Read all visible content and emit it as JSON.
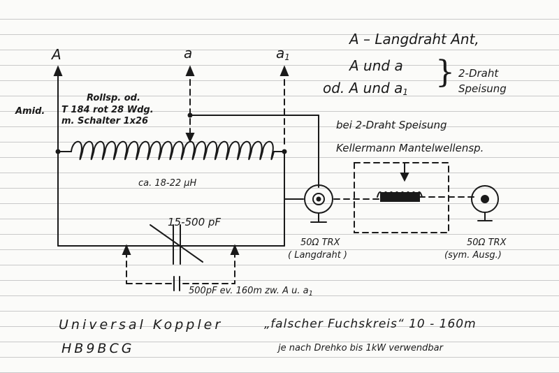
{
  "terminals": {
    "A": "A",
    "a": "a",
    "a1_main": "a",
    "a1_sub": "1"
  },
  "legend": {
    "line1": "A – Langdraht Ant,",
    "line2": "A und a",
    "line3_prefix": "od. A und a",
    "line3_sub": "1",
    "brace_text_1": "2-Draht",
    "brace_text_2": "Speisung",
    "note1": "bei 2-Draht Speisung",
    "note2": "Kellermann Mantelwellensp."
  },
  "coil": {
    "label1": "Rollsp. od.",
    "label2": "T 184 rot 28 Wdg.",
    "label3": "m. Schalter 1x26",
    "amid": "Amid.",
    "inductance": "ca. 18-22 μH"
  },
  "capacitors": {
    "variable": "15-500 pF",
    "fixed": "500pF ev. 160m zw. A u. a",
    "fixed_sub": "1"
  },
  "connectors": {
    "left_1": "50Ω TRX",
    "left_2": "( Langdraht )",
    "right_1": "50Ω TRX",
    "right_2": "(sym. Ausg.)"
  },
  "footer": {
    "title": "Universal Koppler",
    "subtitle": "„falscher Fuchskreis“ 10 - 160m",
    "author": "HB9BCG",
    "note": "je nach Drehko bis 1kW verwendbar"
  }
}
